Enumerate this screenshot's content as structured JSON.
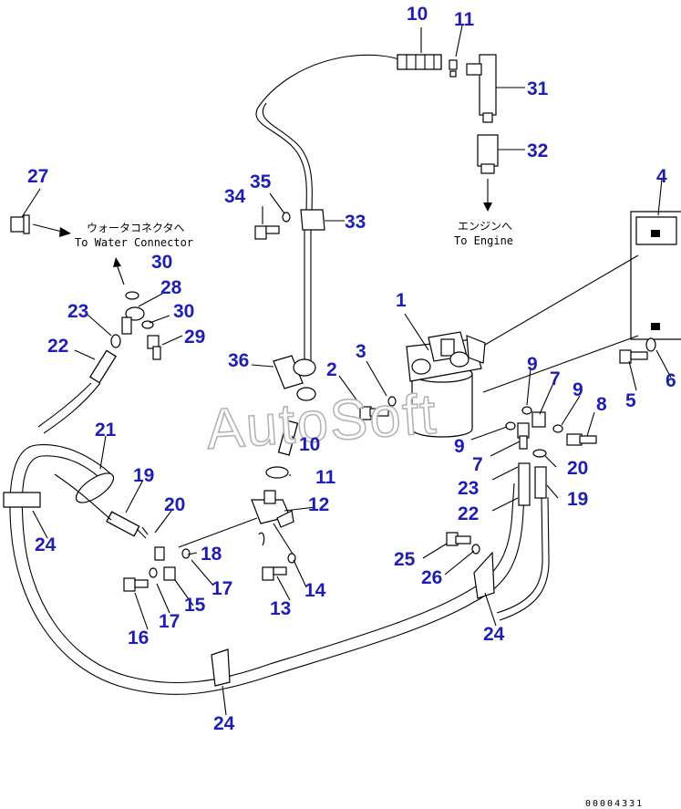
{
  "diagram": {
    "watermark": "AutoSoft",
    "drawing_code": "00004331",
    "notes": {
      "water_jp": "ウォータコネクタへ",
      "water_en": "To Water Connector",
      "engine_jp": "エンジンへ",
      "engine_en": "To Engine"
    },
    "callouts": {
      "c10a": "10",
      "c11a": "11",
      "c31": "31",
      "c32": "32",
      "c4": "4",
      "c27": "27",
      "c34": "34",
      "c35": "35",
      "c33": "33",
      "c30a": "30",
      "c28": "28",
      "c30b": "30",
      "c23a": "23",
      "c29": "29",
      "c22a": "22",
      "c1": "1",
      "c36": "36",
      "c3": "3",
      "c2": "2",
      "c9a": "9",
      "c7a": "7",
      "c9b": "9",
      "c5": "5",
      "c6": "6",
      "c8": "8",
      "c10b": "10",
      "c9c": "9",
      "c7b": "7",
      "c20a": "20",
      "c21": "21",
      "c11b": "11",
      "c19a": "19",
      "c12": "12",
      "c23b": "23",
      "c19b": "19",
      "c22b": "22",
      "c20b": "20",
      "c24a": "24",
      "c18": "18",
      "c17a": "17",
      "c25": "25",
      "c26": "26",
      "c14": "14",
      "c15": "15",
      "c13": "13",
      "c24b": "24",
      "c16": "16",
      "c17b": "17",
      "c24c": "24"
    }
  }
}
